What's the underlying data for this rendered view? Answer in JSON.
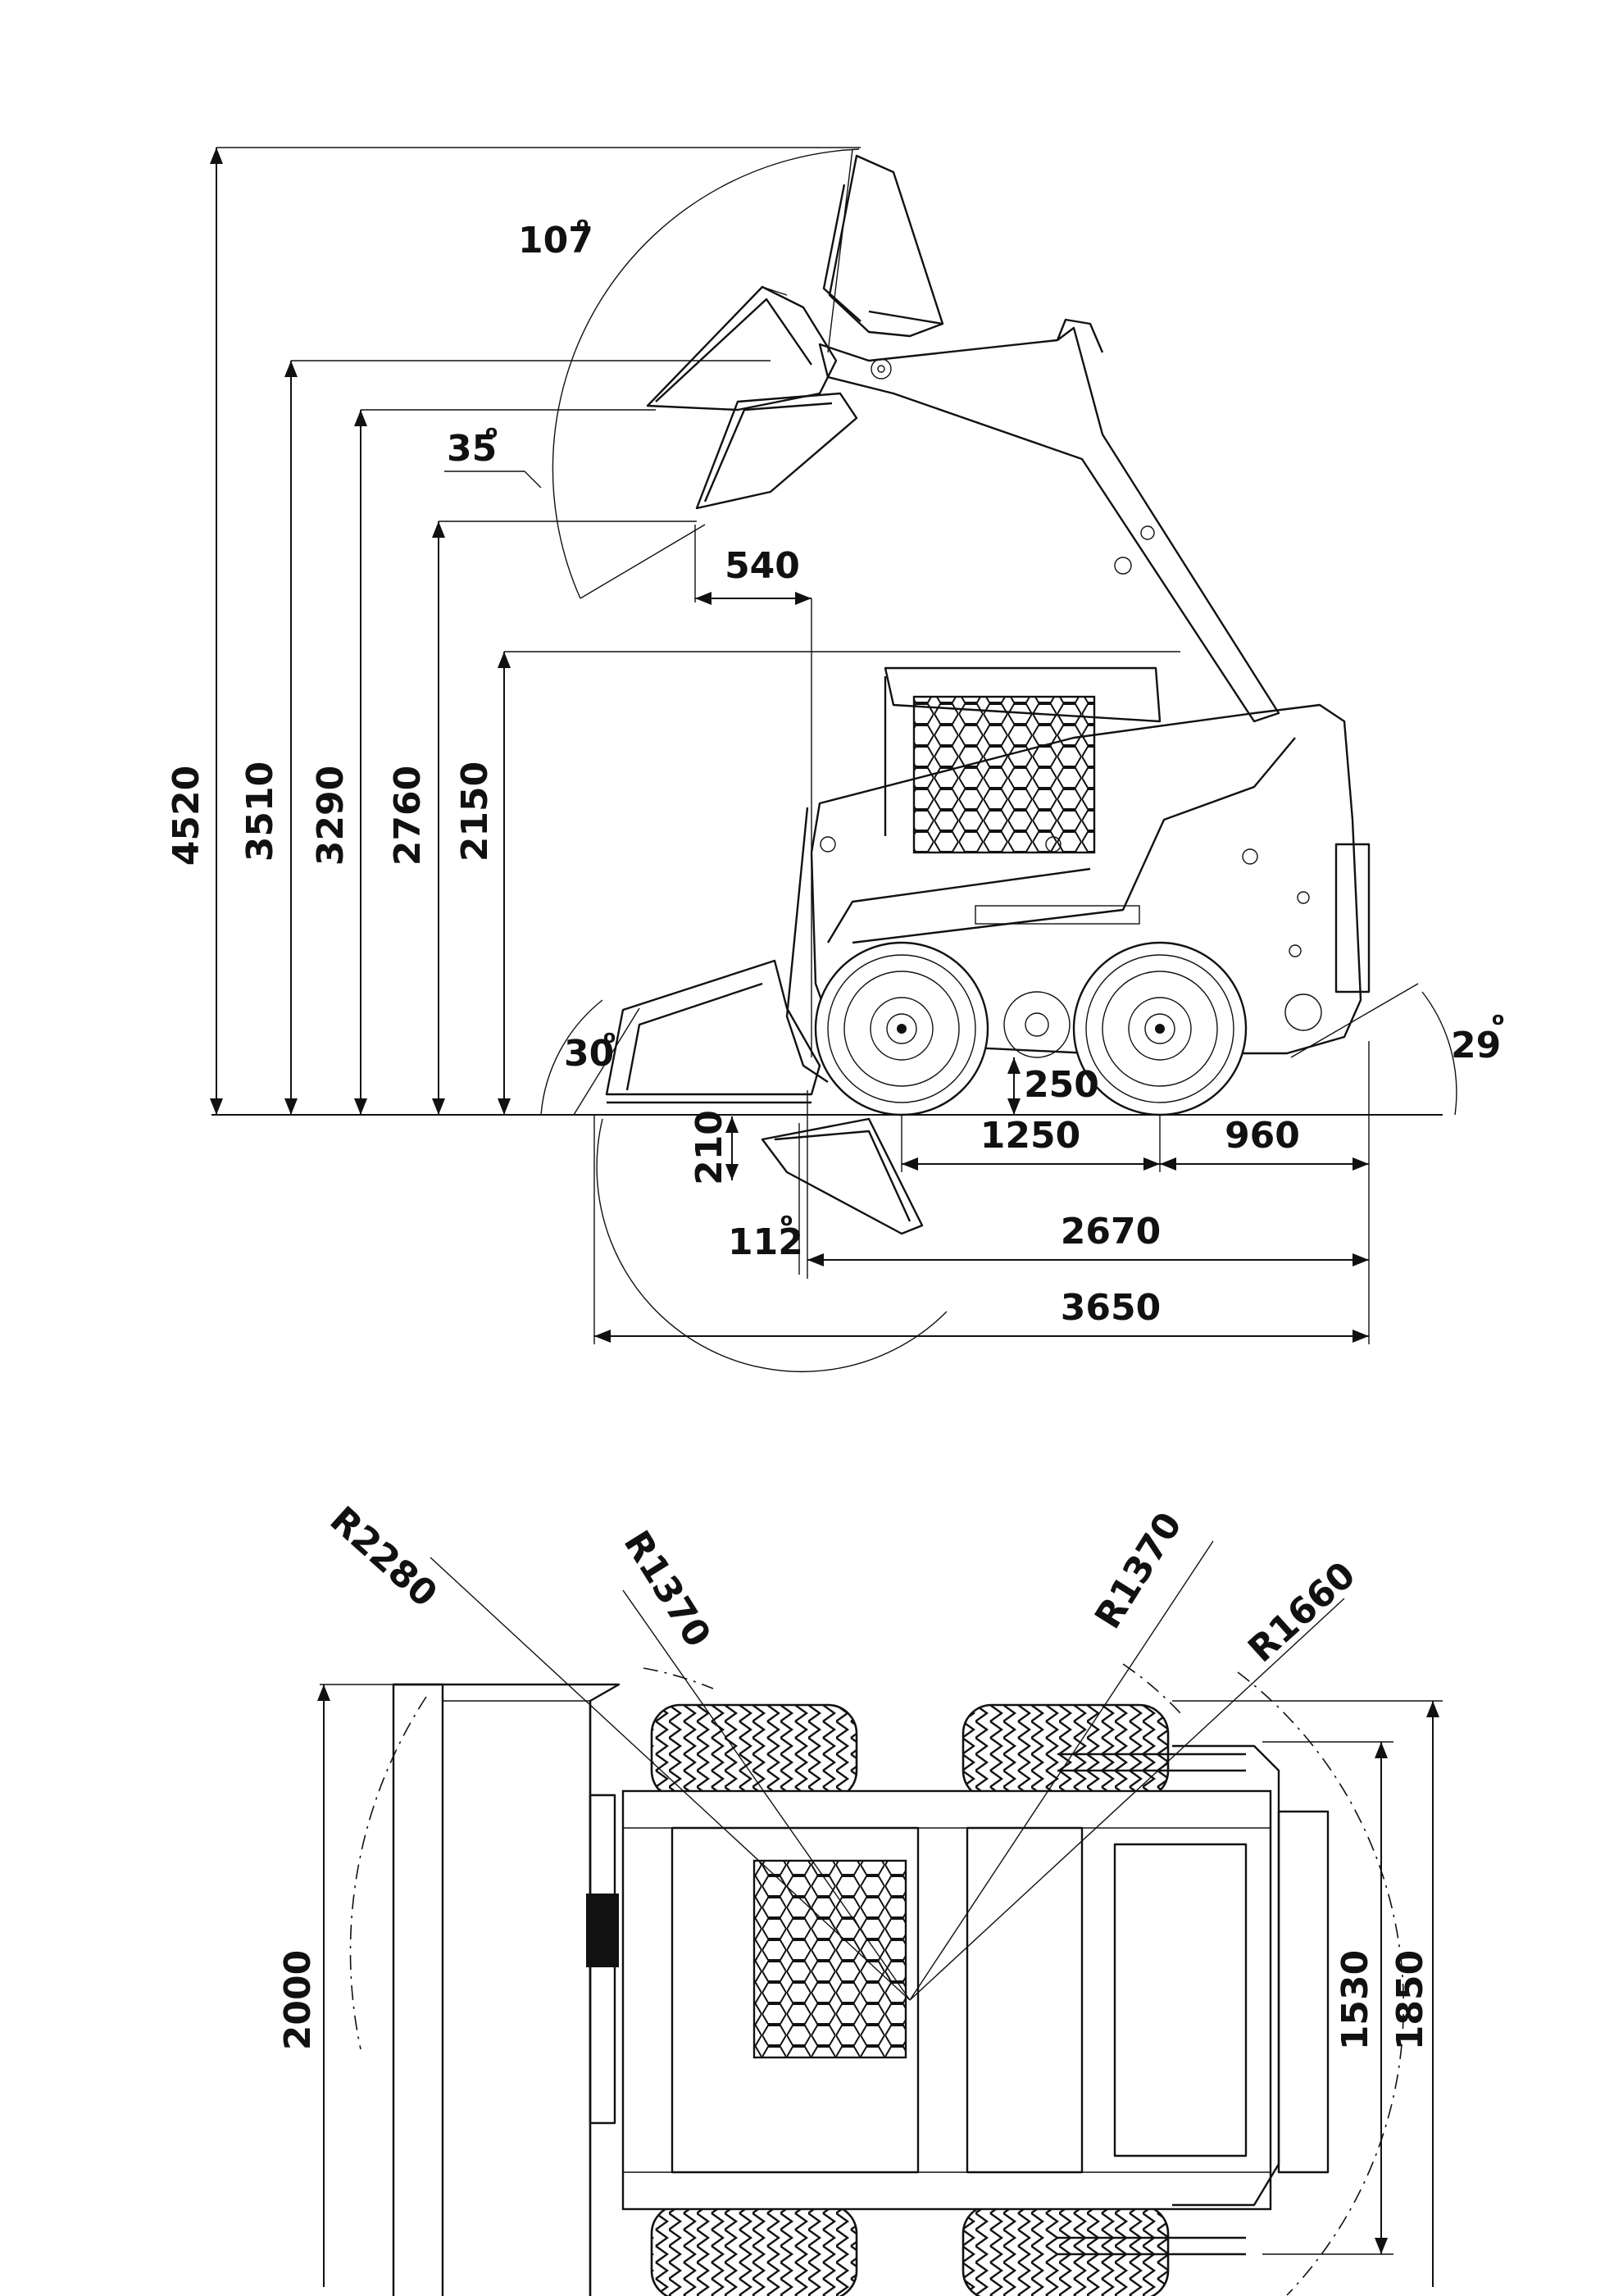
{
  "side_view": {
    "heights": [
      "4520",
      "3510",
      "3290",
      "2760",
      "2150"
    ],
    "reach": "540",
    "ground_clearance": "250",
    "bucket_depth": "210",
    "wheelbase": "1250",
    "rear_overhang": "960",
    "length_no_bucket": "2670",
    "length_overall": "3650",
    "angles": {
      "dump_top": "107",
      "dump_reach": "35",
      "rollback": "30",
      "departure": "29",
      "dig": "112"
    }
  },
  "top_view": {
    "radii": [
      "R2280",
      "R1370",
      "R1370",
      "R1660"
    ],
    "bucket_width": "2000",
    "track_width": "1530",
    "overall_width": "1850"
  }
}
